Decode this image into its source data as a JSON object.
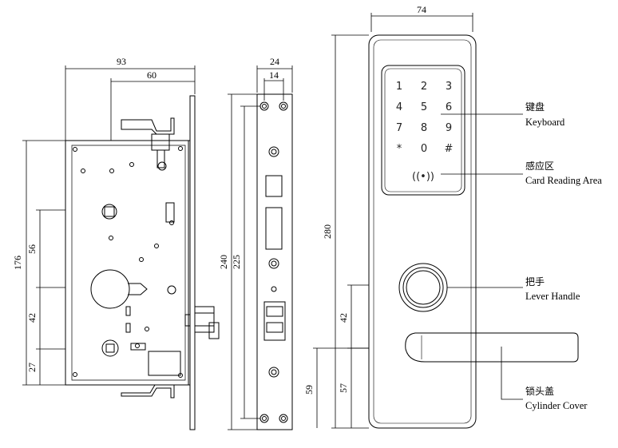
{
  "dimensions": {
    "body_width": "93",
    "backset": "60",
    "faceplate_width": "24",
    "faceplate_inner": "14",
    "handle_width": "74",
    "body_height": "176",
    "spindle_offset_1": "56",
    "spindle_offset_2": "42",
    "spindle_offset_3": "27",
    "faceplate_height": "240",
    "screw_spacing": "225",
    "handle_height": "280",
    "handle_offset_42": "42",
    "handle_offset_57": "57",
    "handle_offset_59": "59"
  },
  "keypad": {
    "keys": [
      "1",
      "2",
      "3",
      "4",
      "5",
      "6",
      "7",
      "8",
      "9",
      "*",
      "0",
      "#"
    ],
    "card_symbol": "((•))"
  },
  "callouts": {
    "keyboard_cn": "键盘",
    "keyboard_en": "Keyboard",
    "card_cn": "感应区",
    "card_en": "Card Reading Area",
    "handle_cn": "把手",
    "handle_en": "Lever Handle",
    "cylinder_cn": "锁头盖",
    "cylinder_en": "Cylinder Cover"
  }
}
